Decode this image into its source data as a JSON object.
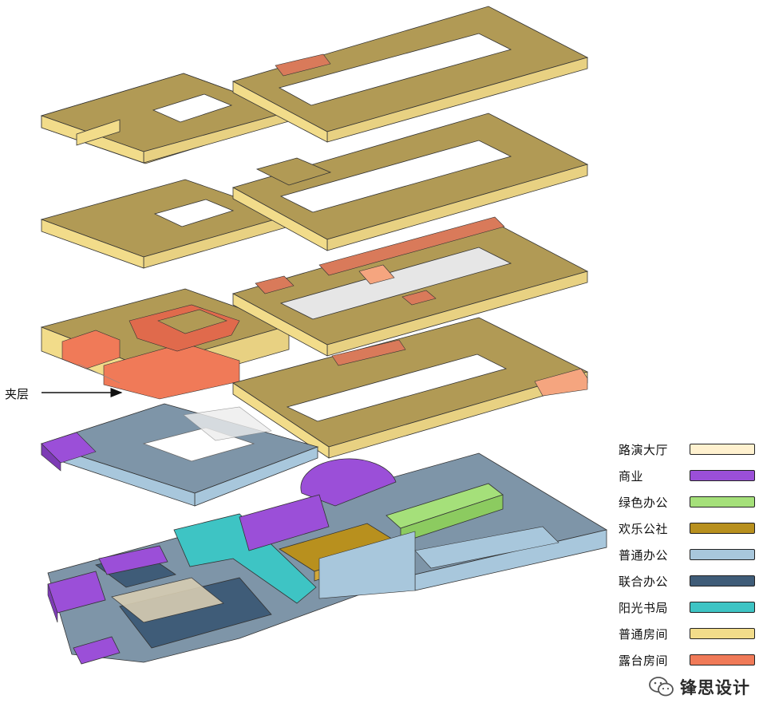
{
  "annotation": {
    "label": "夹层"
  },
  "legend": {
    "items": [
      {
        "label": "路演大厅",
        "color": "#FFF1CF"
      },
      {
        "label": "商业",
        "color": "#9B4FD8"
      },
      {
        "label": "绿色办公",
        "color": "#A5E07A"
      },
      {
        "label": "欢乐公社",
        "color": "#B8901E"
      },
      {
        "label": "普通办公",
        "color": "#A8C7DC"
      },
      {
        "label": "联合办公",
        "color": "#3F5C78"
      },
      {
        "label": "阳光书局",
        "color": "#3EC4C4"
      },
      {
        "label": "普通房间",
        "color": "#F2DC8A"
      },
      {
        "label": "露台房间",
        "color": "#F07A58"
      }
    ]
  },
  "watermark": {
    "text": "锋思设计",
    "icon": "wechat-icon"
  }
}
